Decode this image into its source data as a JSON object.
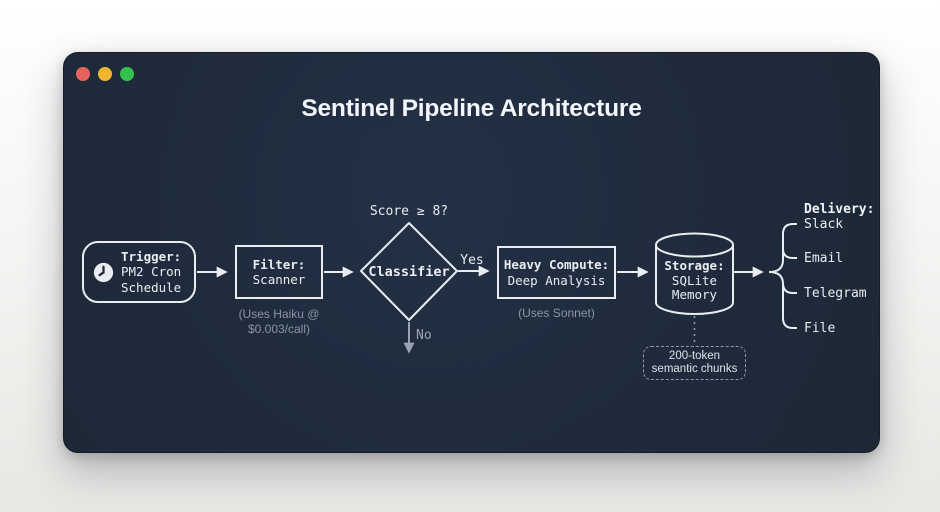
{
  "window": {
    "title": "Sentinel Pipeline Architecture",
    "controls": [
      "close",
      "minimize",
      "zoom"
    ]
  },
  "diagram": {
    "trigger": {
      "icon": "clock-icon",
      "label": "Trigger:",
      "sublabel": "PM2 Cron Schedule"
    },
    "filter": {
      "label": "Filter:",
      "sublabel": "Scanner",
      "note": "(Uses Haiku @ $0.003/call)"
    },
    "classifier": {
      "condition": "Score ≥ 8?",
      "label": "Classifier",
      "yes": "Yes",
      "no": "No"
    },
    "heavy_compute": {
      "label": "Heavy Compute:",
      "sublabel": "Deep Analysis",
      "note": "(Uses Sonnet)"
    },
    "storage": {
      "label": "Storage:",
      "sublabel": "SQLite Memory",
      "annotation": "200-token semantic chunks"
    },
    "delivery": {
      "label": "Delivery:",
      "channels": [
        "Slack",
        "Email",
        "Telegram",
        "File"
      ]
    }
  },
  "colors": {
    "window_bg": "#1f2b3c",
    "stroke": "#e9ecf1",
    "muted_text": "#8a94a4",
    "traffic_red": "#e5635c",
    "traffic_yellow": "#f0b42e",
    "traffic_green": "#36c14f",
    "page_bg": "#f7f5f3"
  }
}
